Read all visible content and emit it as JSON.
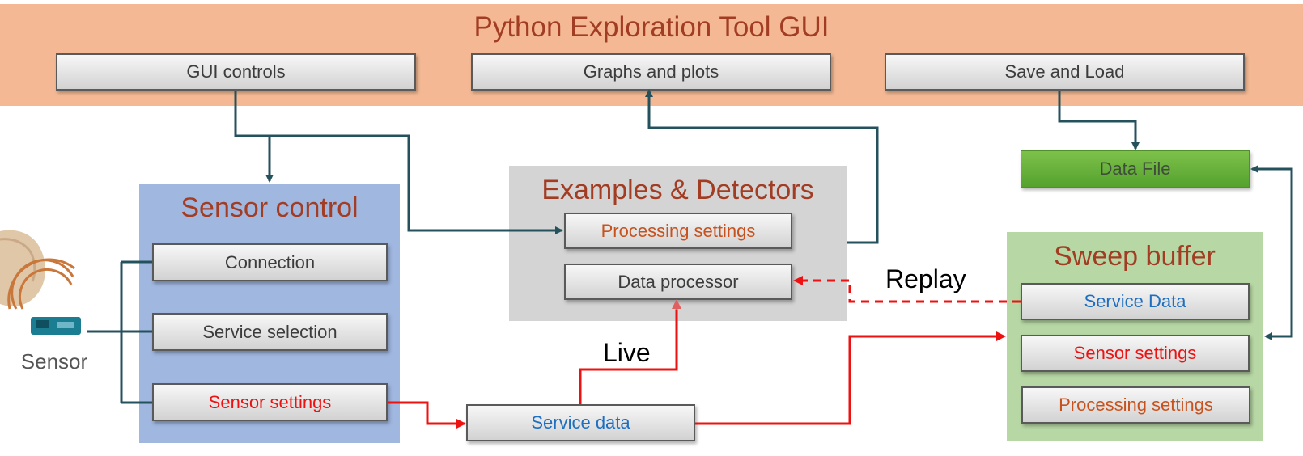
{
  "header": {
    "title": "Python Exploration Tool GUI",
    "buttons": [
      "GUI controls",
      "Graphs and plots",
      "Save and Load"
    ]
  },
  "sensor_control": {
    "title": "Sensor control",
    "items": [
      "Connection",
      "Service selection",
      "Sensor settings"
    ]
  },
  "examples": {
    "title": "Examples & Detectors",
    "items": [
      "Processing settings",
      "Data processor"
    ]
  },
  "sweep_buffer": {
    "title": "Sweep buffer",
    "items": [
      "Service Data",
      "Sensor settings",
      "Processing settings"
    ]
  },
  "data_file": {
    "label": "Data File"
  },
  "service_data": {
    "label": "Service data"
  },
  "flow_labels": {
    "live": "Live",
    "replay": "Replay"
  },
  "sensor": {
    "label": "Sensor"
  },
  "colors": {
    "banner": "#f4b994",
    "title_red": "#a23d23",
    "connector_teal": "#24525c",
    "data_flow_red": "#ee1111",
    "sensor_panel": "#a0b7e0",
    "examples_panel": "#d4d4d4",
    "sweep_panel": "#b7d7a4",
    "data_file_green": "#5aa632"
  }
}
